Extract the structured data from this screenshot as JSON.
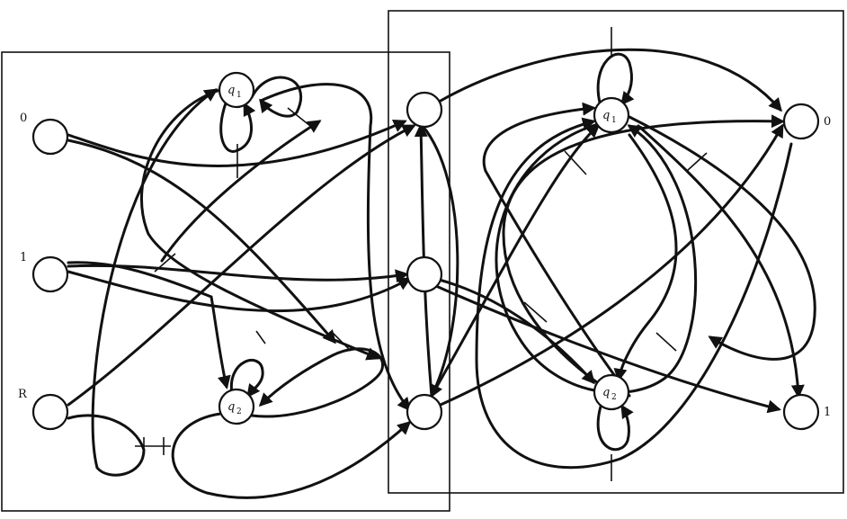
{
  "left_inputs": [
    "0",
    "1",
    "R"
  ],
  "left_state_1": {
    "letter": "q",
    "sub": "1"
  },
  "left_state_2": {
    "letter": "q",
    "sub": "2"
  },
  "right_state_1": {
    "letter": "q",
    "sub": "1"
  },
  "right_state_2": {
    "letter": "q",
    "sub": "2"
  },
  "right_outputs": [
    "0",
    "1"
  ]
}
